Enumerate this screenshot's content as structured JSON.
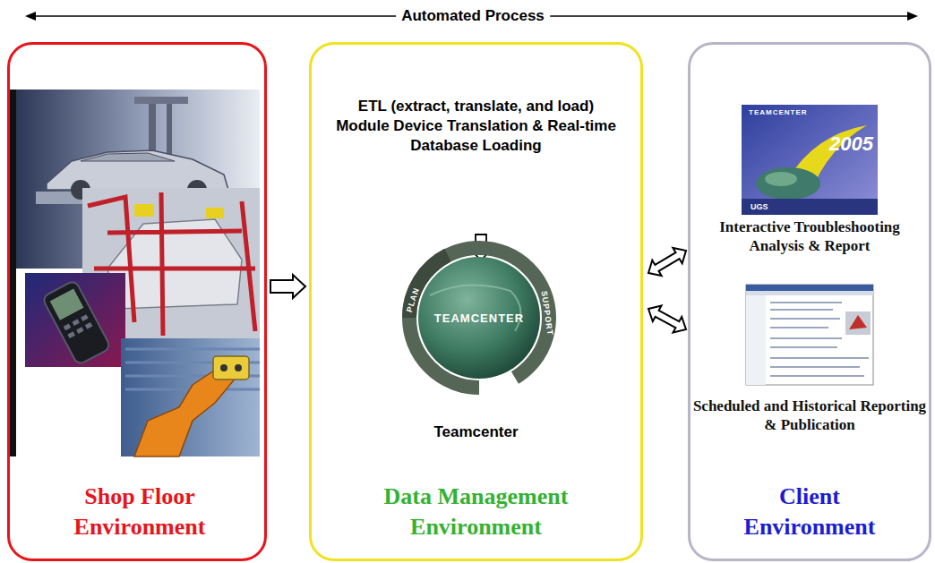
{
  "diagram": {
    "nodes": [
      {
        "text": [
          "Shop Floor Environment"
        ]
      },
      {
        "text": [
          "ETL (extract, translate, and load) Module Device Translation & Real-time Database Loading",
          "Teamcenter",
          "Data Management Environment"
        ]
      },
      {
        "text": [
          "Client Environment"
        ]
      },
      {
        "text": [
          "Interactive Troubleshooting Analysis & Report"
        ],
        "in": 2
      },
      {
        "text": [
          "Scheduled and Historical Reporting & Publication"
        ],
        "in": 2
      }
    ],
    "edges": [
      {
        "from": 0,
        "to": 1,
        "arrow": "to"
      },
      {
        "from": 1,
        "to": 3,
        "arrow": "both"
      },
      {
        "from": 1,
        "to": 4,
        "arrow": "both"
      }
    ],
    "labels": [
      "Automated Process",
      "TEAMCENTER",
      "PLAN",
      "SUPPORT",
      "TEAMCENTER",
      "2005",
      "UGS"
    ]
  }
}
